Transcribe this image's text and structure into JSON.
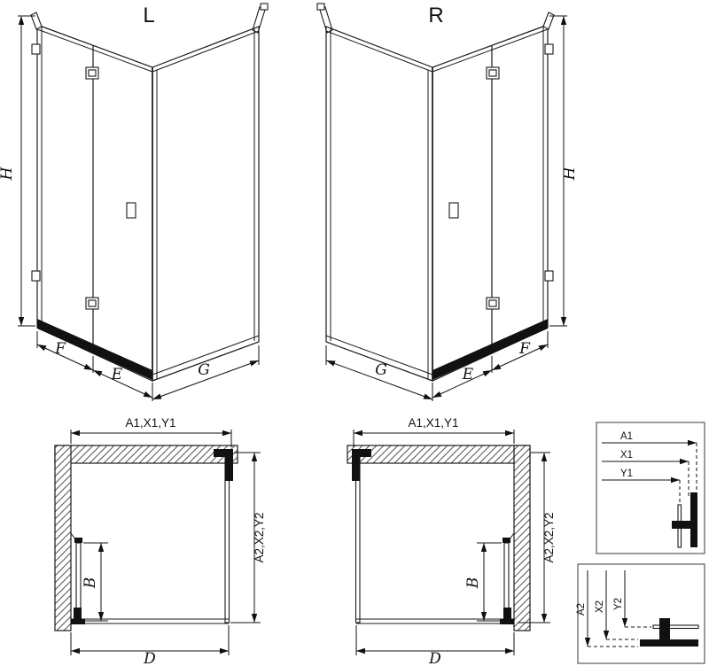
{
  "colors": {
    "line": "#1a1a1a",
    "background": "#ffffff"
  },
  "views": {
    "left": {
      "title": "L",
      "h": "H",
      "f": "F",
      "e": "E",
      "g": "G"
    },
    "right": {
      "title": "R",
      "h": "H",
      "f": "F",
      "e": "E",
      "g": "G"
    },
    "plan_left": {
      "top": "A1,X1,Y1",
      "side": "A2,X2,Y2",
      "door": "B",
      "width": "D"
    },
    "plan_right": {
      "top": "A1,X1,Y1",
      "side": "A2,X2,Y2",
      "door": "B",
      "width": "D"
    },
    "detail_top": {
      "a": "A1",
      "x": "X1",
      "y": "Y1"
    },
    "detail_bottom": {
      "a": "A2",
      "x": "X2",
      "y": "Y2"
    }
  }
}
